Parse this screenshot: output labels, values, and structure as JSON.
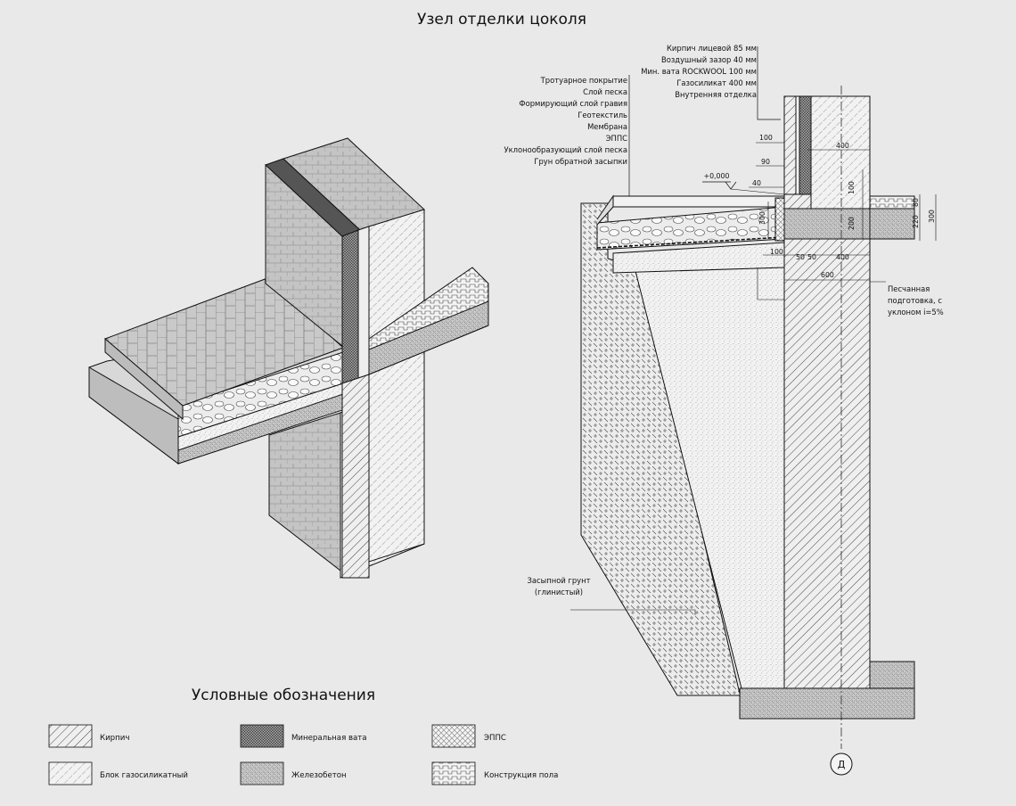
{
  "title": "Узел отделки цоколя",
  "legend_title": "Условные обозначения",
  "wall_layers": [
    "Кирпич лицевой 85 мм",
    "Воздушный зазор 40 мм",
    "Мин. вата ROCKWOOL 100 мм",
    "Газосиликат 400 мм",
    "Внутренняя отделка"
  ],
  "floor_layers": [
    "Тротуарное покрытие",
    "Слой песка",
    "Формирующий слой гравия",
    "Геотекстиль",
    "Мембрана",
    "ЭППС",
    "Уклонообразующий слой песка",
    "Грун обратной засыпки"
  ],
  "level_mark": "+0,000",
  "dimensions": {
    "d100a": "100",
    "d90": "90",
    "d40": "40",
    "d300a": "300",
    "d400a": "400",
    "d100b": "100",
    "d200": "200",
    "d80": "80",
    "d220": "220",
    "d300b": "300",
    "d100c": "100",
    "d50a": "50",
    "d50b": "50",
    "d400b": "400",
    "d600": "600"
  },
  "note_sand": [
    "Песчанная",
    "подготовка, с",
    "уклоном i=5%"
  ],
  "note_soil": [
    "Засыпной грунт",
    "(глинистый)"
  ],
  "axis_label": "Д",
  "legend": [
    {
      "label": "Кирпич",
      "pattern": "brick"
    },
    {
      "label": "Блок газосиликатный",
      "pattern": "gas"
    },
    {
      "label": "Минеральная вата",
      "pattern": "wool"
    },
    {
      "label": "Железобетон",
      "pattern": "rc"
    },
    {
      "label": "ЭППС",
      "pattern": "xps"
    },
    {
      "label": "Конструкция пола",
      "pattern": "floor"
    }
  ]
}
